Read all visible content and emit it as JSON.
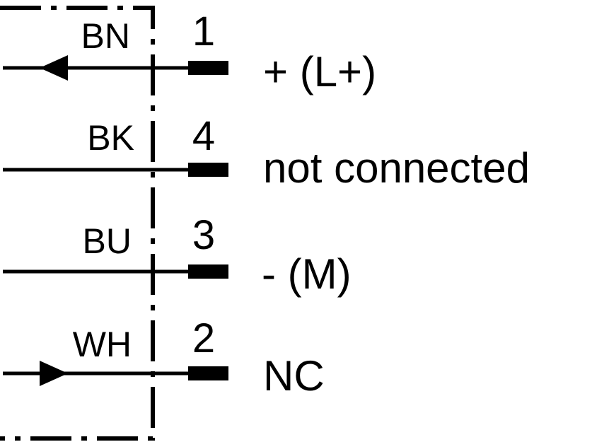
{
  "colors": {
    "line": "#000000",
    "background": "#ffffff"
  },
  "rows": [
    {
      "wire": "BN",
      "pin": "1",
      "signal": "+ (L+)",
      "arrow": "in-left-arrow-icon"
    },
    {
      "wire": "BK",
      "pin": "4",
      "signal": "not connected",
      "arrow": ""
    },
    {
      "wire": "BU",
      "pin": "3",
      "signal": "- (M)",
      "arrow": ""
    },
    {
      "wire": "WH",
      "pin": "2",
      "signal": "NC",
      "arrow": "out-right-arrow-icon"
    }
  ]
}
